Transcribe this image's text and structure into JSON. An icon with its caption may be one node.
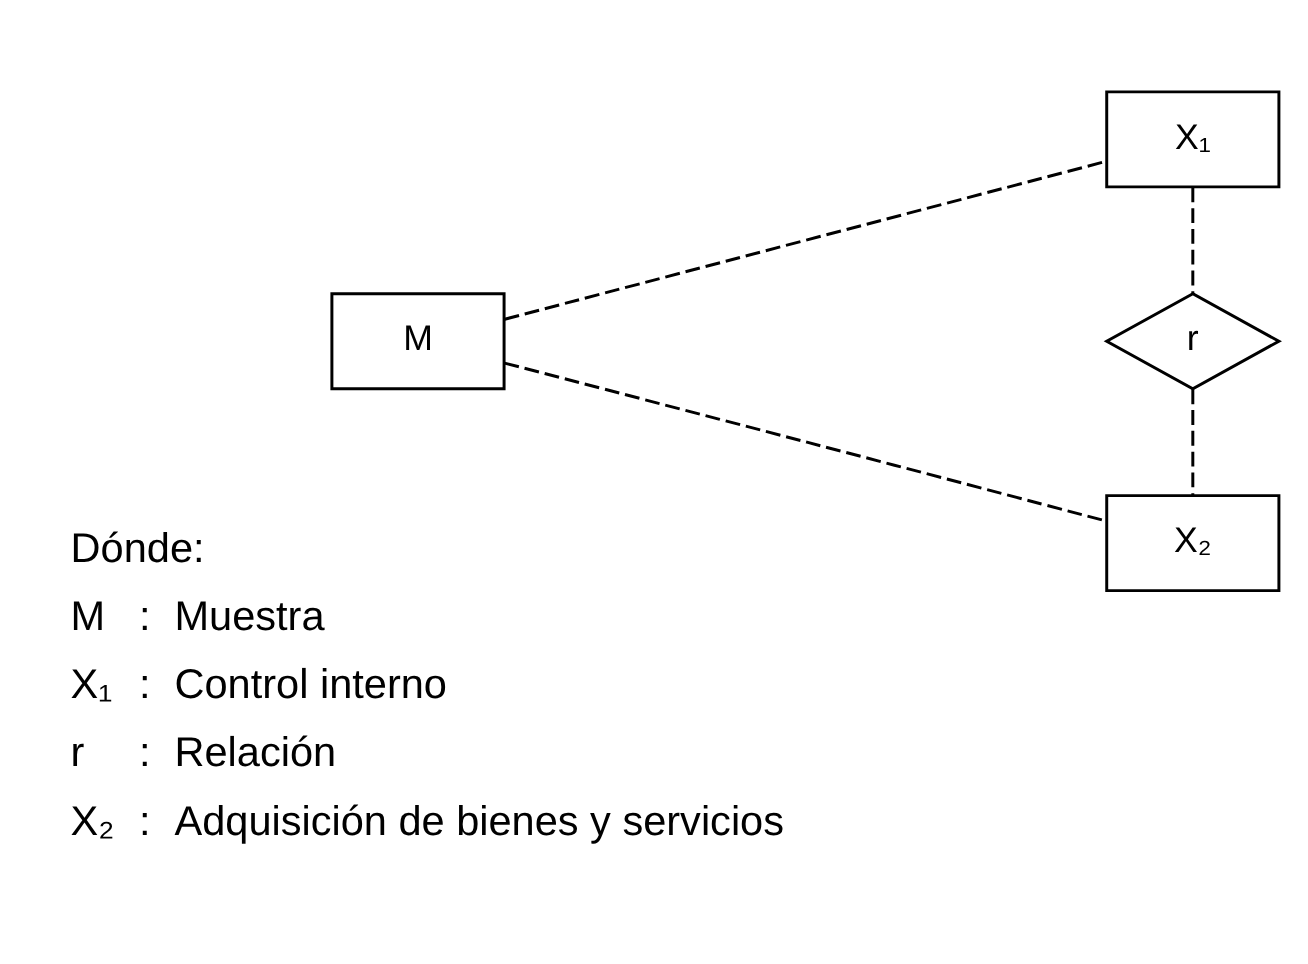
{
  "diagram": {
    "nodes": [
      {
        "text": [
          "M"
        ]
      },
      {
        "text": [
          "X₁"
        ]
      },
      {
        "text": [
          "r"
        ]
      },
      {
        "text": [
          "X₂"
        ]
      }
    ],
    "edges": [
      {
        "from": 0,
        "to": 1,
        "arrow": "none",
        "style": "dashed"
      },
      {
        "from": 0,
        "to": 3,
        "arrow": "none",
        "style": "dashed"
      },
      {
        "from": 1,
        "to": 2,
        "arrow": "none",
        "style": "dashed"
      },
      {
        "from": 2,
        "to": 3,
        "arrow": "none",
        "style": "dashed"
      }
    ],
    "labels": [
      "Dónde:",
      "M",
      ":",
      "Muestra",
      "X₁",
      ":",
      "Control interno",
      "r",
      ":",
      "Relación",
      "X₂",
      ":",
      "Adquisición de bienes y servicios"
    ]
  }
}
